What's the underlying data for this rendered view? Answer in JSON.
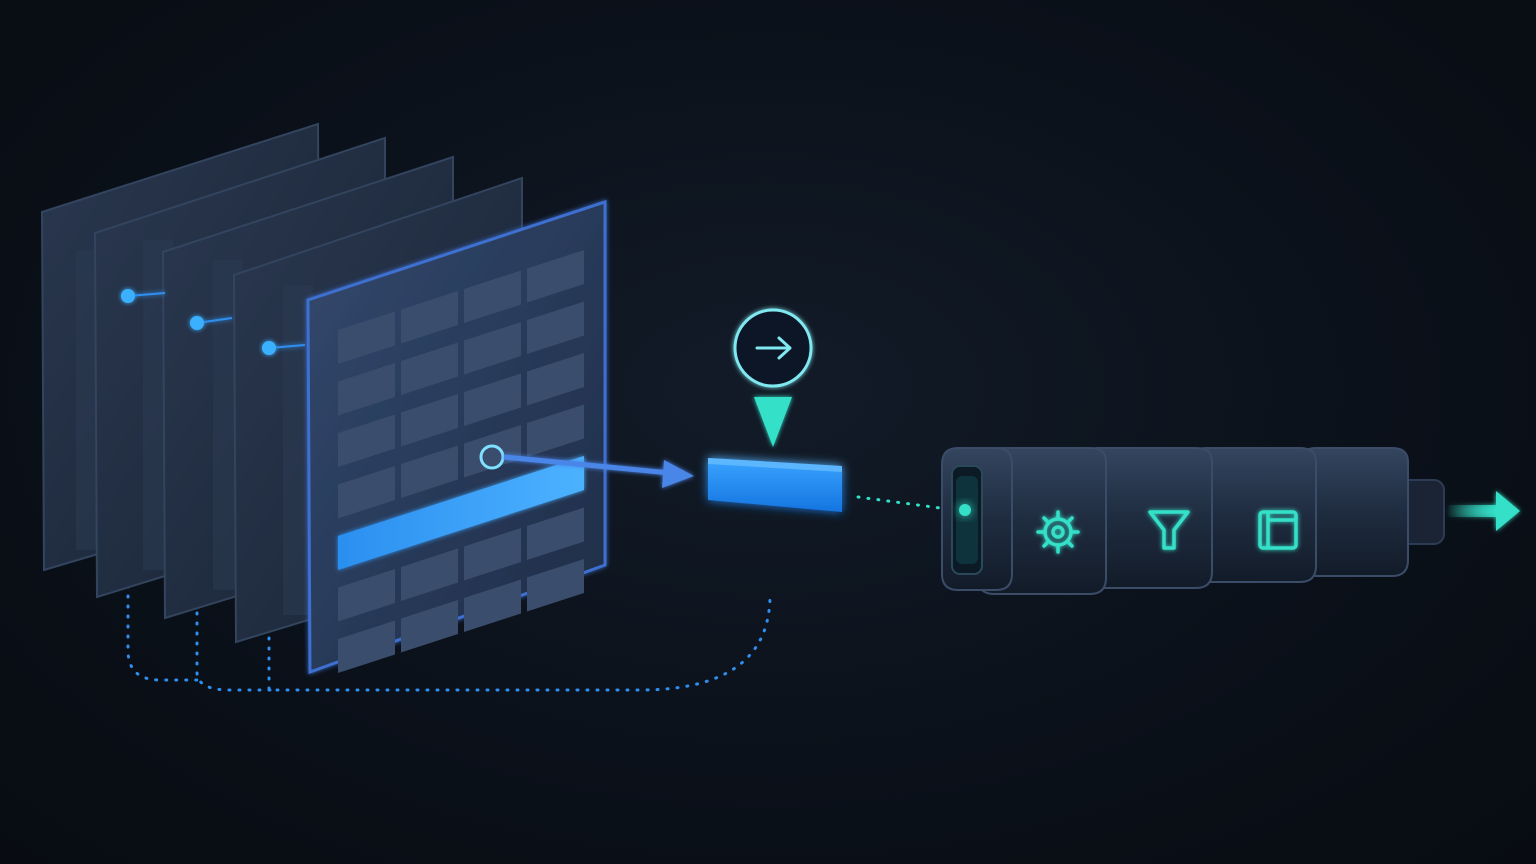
{
  "colors": {
    "background": "#0b111a",
    "sheet_back": "#1f2b3e",
    "sheet_front": "#2a3d5e",
    "sheet_border": "#3d6fd0",
    "cell": "#3a4d6c",
    "highlight_row": "#2f9cf0",
    "selected_record": "#1f8ff0",
    "arrow_blue": "#4a86e8",
    "connector_dots": "#2f8ff0",
    "accent_teal": "#34e0c8",
    "pipeline_body": "#24324a"
  },
  "diagram": {
    "sheet_count": 5,
    "front_grid": {
      "columns": 4,
      "rows": 7,
      "highlighted_row": 4
    },
    "process_icon": "arrow-right-circle-icon",
    "pipeline_stages": [
      {
        "name": "input-port",
        "icon": "glowing-dot-icon"
      },
      {
        "name": "settings",
        "icon": "gear-icon"
      },
      {
        "name": "filter",
        "icon": "funnel-icon"
      },
      {
        "name": "transform",
        "icon": "document-frame-icon"
      },
      {
        "name": "output",
        "icon": "output-arrow-icon"
      }
    ]
  }
}
